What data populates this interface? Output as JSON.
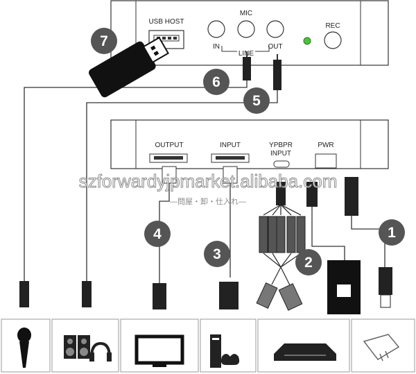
{
  "top_unit": {
    "usb_host_label": "USB HOST",
    "mic_label": "MIC",
    "in_label": "IN",
    "line_label": "LINE",
    "out_label": "OUT",
    "rec_label": "REC",
    "led_color": "#4cc23a"
  },
  "bottom_unit": {
    "output_label": "OUTPUT",
    "input_label": "INPUT",
    "ypbpr_label_line1": "YPBPR",
    "ypbpr_label_line2": "INPUT",
    "pwr_label": "PWR"
  },
  "callouts": [
    "7",
    "6",
    "5",
    "4",
    "3",
    "2",
    "1"
  ],
  "watermark": {
    "text": "szforwardyjpmarket.alibaba.com",
    "subtext": "—問屋・卸・仕入れ—"
  },
  "devices": [
    "microphone-icon",
    "speakers-headphones-icon",
    "monitor-icon",
    "game-console-icon",
    "blu-ray-player-icon",
    "power-adapter-icon"
  ],
  "colors": {
    "callout": "#555555",
    "line": "#333333",
    "accent": "#e0206a"
  }
}
